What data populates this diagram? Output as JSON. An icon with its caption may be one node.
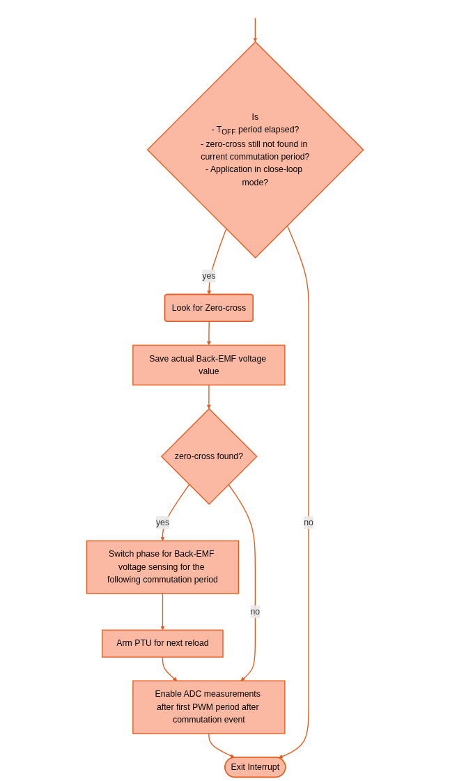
{
  "diagram": {
    "nodes": [
      {
        "text": [
          "Is",
          "- T$_{OFF}$ period elapsed?",
          "- zero-cross still not found in current commutation period?",
          "- Application in close-loop mode?"
        ]
      },
      {
        "text": [
          "Look for Zero-cross"
        ]
      },
      {
        "text": [
          "Save actual Back-EMF voltage value"
        ]
      },
      {
        "text": [
          "zero-cross found?"
        ]
      },
      {
        "text": [
          "Switch phase for Back-EMF voltage sensing for the following commutation period"
        ]
      },
      {
        "text": [
          "Arm PTU for next reload"
        ]
      },
      {
        "text": [
          "Enable ADC measurements after first PWM period after commutation event"
        ]
      },
      {
        "text": [
          "Exit Interrupt"
        ]
      }
    ],
    "edges": [
      {
        "from": null,
        "to": 0,
        "arrow": "to"
      },
      {
        "from": 0,
        "to": 1,
        "arrow": "to",
        "label": "yes"
      },
      {
        "from": 1,
        "to": 2,
        "arrow": "to"
      },
      {
        "from": 2,
        "to": 3,
        "arrow": "to"
      },
      {
        "from": 3,
        "to": 4,
        "arrow": "to",
        "label": "yes"
      },
      {
        "from": 4,
        "to": 5,
        "arrow": "to"
      },
      {
        "from": 5,
        "to": 6,
        "arrow": "to"
      },
      {
        "from": 3,
        "to": 6,
        "arrow": "to",
        "label": "no"
      },
      {
        "from": 6,
        "to": 7,
        "arrow": "to"
      },
      {
        "from": 0,
        "to": 7,
        "arrow": "to",
        "label": "no"
      }
    ]
  }
}
